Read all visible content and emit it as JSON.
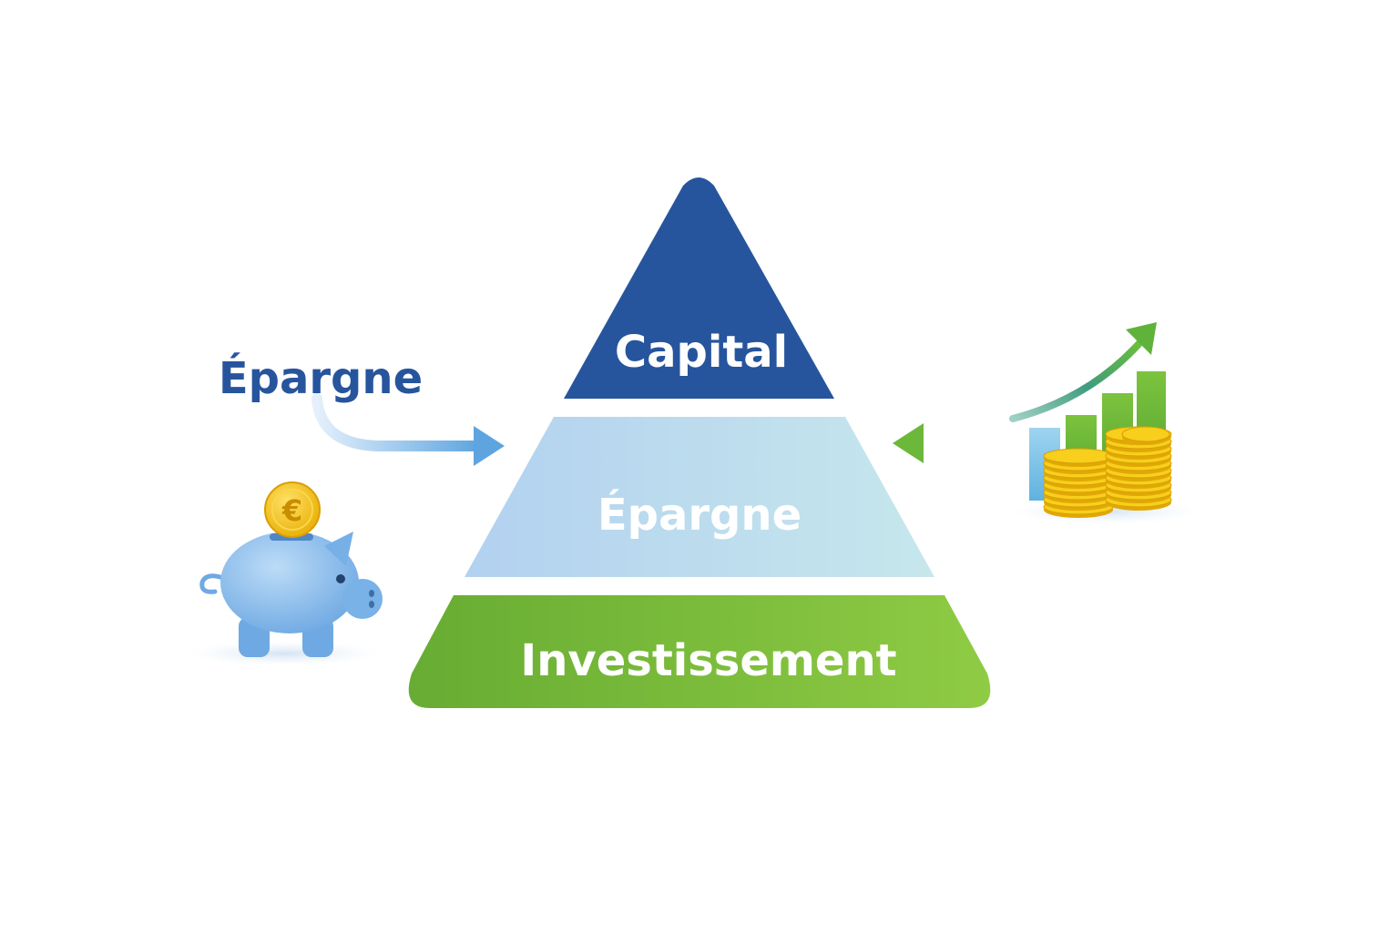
{
  "diagram": {
    "tiers": [
      {
        "label": "Capital"
      },
      {
        "label": "Épargne"
      },
      {
        "label": "Investissement"
      }
    ],
    "side_label": "Épargne",
    "coin_symbol": "€",
    "colors": {
      "capital": "#27559d",
      "epargne_start": "#b2d1f0",
      "epargne_end": "#c6e7ec",
      "investissement_start": "#67ac33",
      "investissement_end": "#8fcb44",
      "side_label": "#27559d",
      "arrow_left": "#5ea5e0",
      "arrow_right": "#6cb83a",
      "coin": "#f4c20d",
      "piggy": "#8fc1ef"
    },
    "icons": [
      "piggy-bank-icon",
      "euro-coin-icon",
      "coin-stacks-icon",
      "growth-chart-icon",
      "trend-arrow-icon"
    ]
  }
}
